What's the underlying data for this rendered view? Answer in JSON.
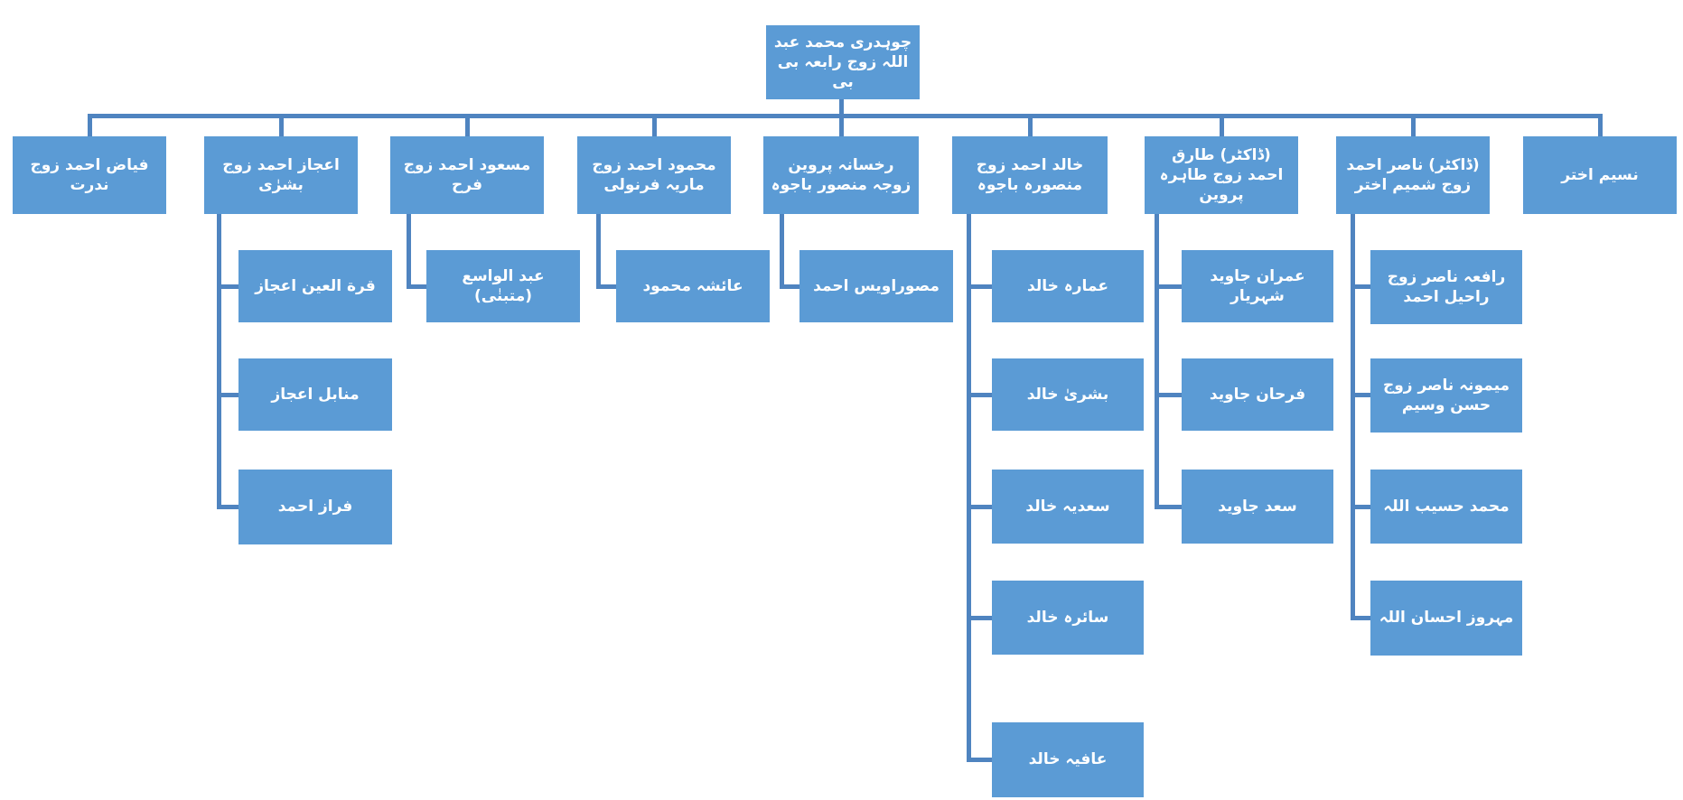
{
  "colors": {
    "box_fill": "#5b9bd5",
    "connector": "#4f84c0",
    "text": "#ffffff",
    "background": "#ffffff"
  },
  "tree": {
    "root": {
      "name": "چوہدری محمد عبد اللہ زوج رابعہ بی بی"
    },
    "generation2": [
      {
        "name": "فیاض احمد زوج ندرت",
        "children": []
      },
      {
        "name": "اعجاز احمد زوج بشرٰی",
        "children": [
          {
            "name": "قرة العین اعجاز"
          },
          {
            "name": "منابل اعجاز"
          },
          {
            "name": "فراز احمد"
          }
        ]
      },
      {
        "name": "مسعود احمد زوج فرح",
        "children": [
          {
            "name": "عبد الواسع (متبنٰی)"
          }
        ]
      },
      {
        "name": "محمود احمد زوج ماریہ فرنولی",
        "children": [
          {
            "name": "عائشہ محمود"
          }
        ]
      },
      {
        "name": "رخسانہ پروین زوجہ منصور باجوہ",
        "children": [
          {
            "name": "مصوراویس احمد"
          }
        ]
      },
      {
        "name": "خالد احمد زوج منصورہ باجوہ",
        "children": [
          {
            "name": "عمارہ خالد"
          },
          {
            "name": "بشریٰ خالد"
          },
          {
            "name": "سعدیہ خالد"
          },
          {
            "name": "سائرہ خالد"
          },
          {
            "name": "عافیہ خالد"
          }
        ]
      },
      {
        "name": "(ڈاکٹر) طارق احمد زوج طاہرہ پروین",
        "children": [
          {
            "name": "عمران جاوید شہریار"
          },
          {
            "name": "فرحان جاوید"
          },
          {
            "name": "سعد جاوید"
          }
        ]
      },
      {
        "name": "(ڈاکٹر) ناصر احمد زوج شمیم اختر",
        "children": [
          {
            "name": "رافعہ ناصر زوج راحیل احمد"
          },
          {
            "name": "میمونہ ناصر زوج حسن وسیم"
          },
          {
            "name": "محمد حسیب اللہ"
          },
          {
            "name": "مہروز احسان اللہ"
          }
        ]
      },
      {
        "name": "نسیم اختر",
        "children": []
      }
    ]
  }
}
